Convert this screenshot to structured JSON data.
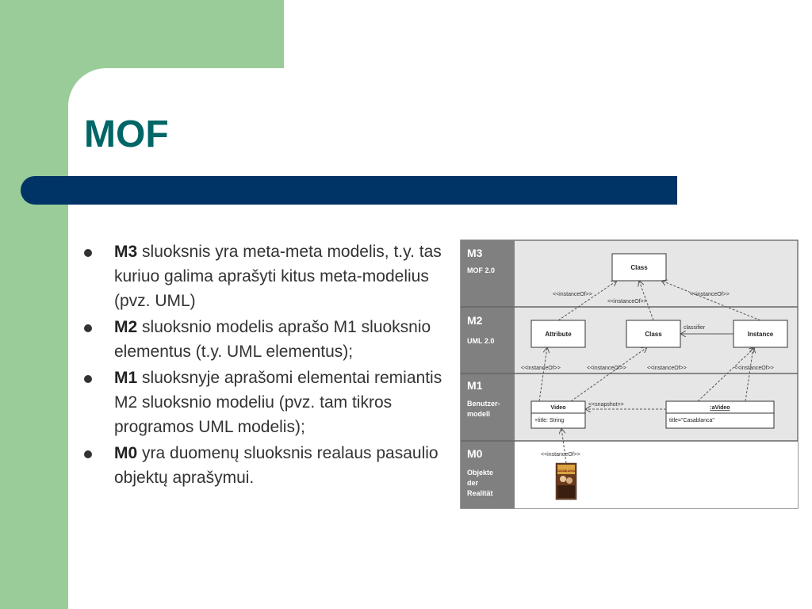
{
  "title": "MOF",
  "bullets": [
    {
      "key": "M3",
      "text": "sluoksnis yra meta-meta modelis, t.y. tas kuriuo galima aprašyti kitus meta-modelius (pvz. UML)"
    },
    {
      "key": "M2",
      "text": "sluoksnio modelis aprašo M1 sluoksnio elementus (t.y. UML elementus);"
    },
    {
      "key": "M1",
      "text": "sluoksnyje aprašomi elementai remiantis M2 sluoksnio modeliu (pvz. tam tikros programos UML modelis);"
    },
    {
      "key": "M0",
      "text": "yra duomenų sluoksnis realaus pasaulio objektų aprašymui."
    }
  ],
  "diagram": {
    "layers": [
      {
        "name": "M3",
        "sub": "MOF 2.0"
      },
      {
        "name": "M2",
        "sub": "UML 2.0"
      },
      {
        "name": "M1",
        "sub1": "Benutzer-",
        "sub2": "modell"
      },
      {
        "name": "M0",
        "sub1": "Objekte",
        "sub2": "der",
        "sub3": "Realität"
      }
    ],
    "boxes": {
      "m3_class": "Class",
      "attribute": "Attribute",
      "m2_class": "Class",
      "instance": "Instance",
      "video": "Video",
      "video_attr": "+title: String",
      "avideo": ":aVideo",
      "avideo_attr": "title=\"Casablanca\""
    },
    "labels": {
      "instance_of": "<<instanceOf>>",
      "snapshot": "<<snapshot>>",
      "classifier": "classifier",
      "poster": "CASABLANCA"
    }
  }
}
